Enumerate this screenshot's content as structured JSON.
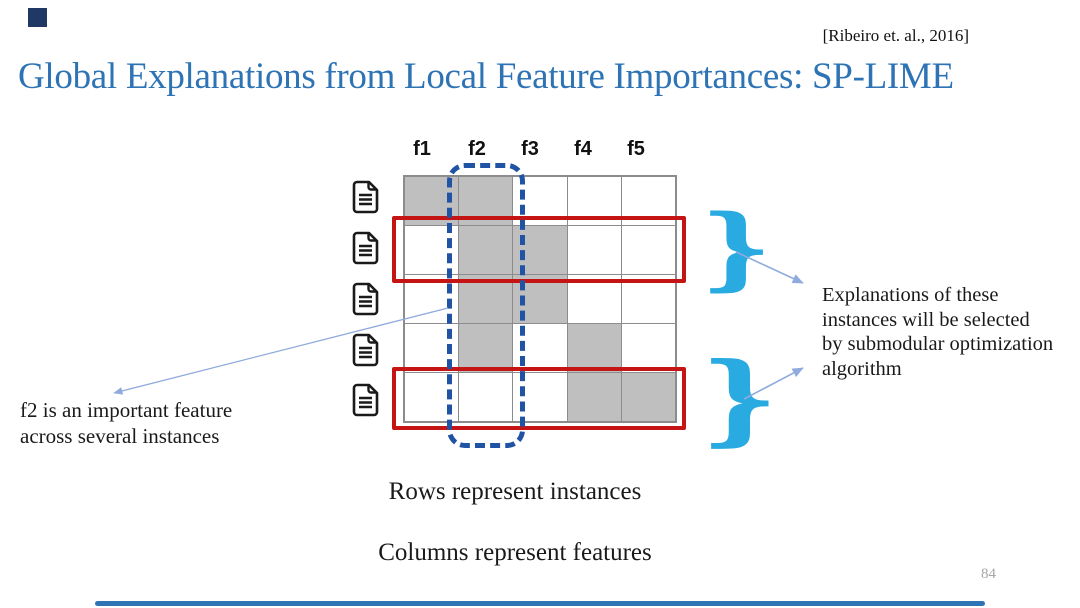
{
  "slide": {
    "citation": "[Ribeiro et. al., 2016]",
    "title": "Global Explanations from Local Feature Importances: SP-LIME",
    "page_number": "84"
  },
  "matrix": {
    "columns": [
      "f1",
      "f2",
      "f3",
      "f4",
      "f5"
    ],
    "rows": [
      {
        "icon": "document-icon",
        "cells": [
          1,
          1,
          0,
          0,
          0
        ],
        "highlighted": false
      },
      {
        "icon": "document-icon",
        "cells": [
          0,
          1,
          1,
          0,
          0
        ],
        "highlighted": true
      },
      {
        "icon": "document-icon",
        "cells": [
          0,
          1,
          1,
          0,
          0
        ],
        "highlighted": false
      },
      {
        "icon": "document-icon",
        "cells": [
          0,
          1,
          0,
          1,
          0
        ],
        "highlighted": false
      },
      {
        "icon": "document-icon",
        "cells": [
          0,
          0,
          0,
          1,
          1
        ],
        "highlighted": true
      }
    ],
    "highlighted_column": "f2"
  },
  "annotations": {
    "brace_glyph": "}",
    "left_note": {
      "line1": "f2 is an important feature",
      "line2": "across several instances"
    },
    "right_note": {
      "line1": "Explanations of these",
      "line2": "instances will be selected",
      "line3": "by submodular optimization",
      "line4": "algorithm"
    },
    "caption_rows": "Rows represent instances",
    "caption_columns": "Columns represent features"
  },
  "colors": {
    "title_blue": "#2e74b5",
    "cell_gray": "#bfbfbf",
    "grid_line": "#8c8c8c",
    "highlight_red": "#c41414",
    "dashed_blue": "#2053a4",
    "brace_cyan": "#29abe2",
    "arrow_blue": "#8faadc",
    "page_gray": "#a6a6a6"
  }
}
